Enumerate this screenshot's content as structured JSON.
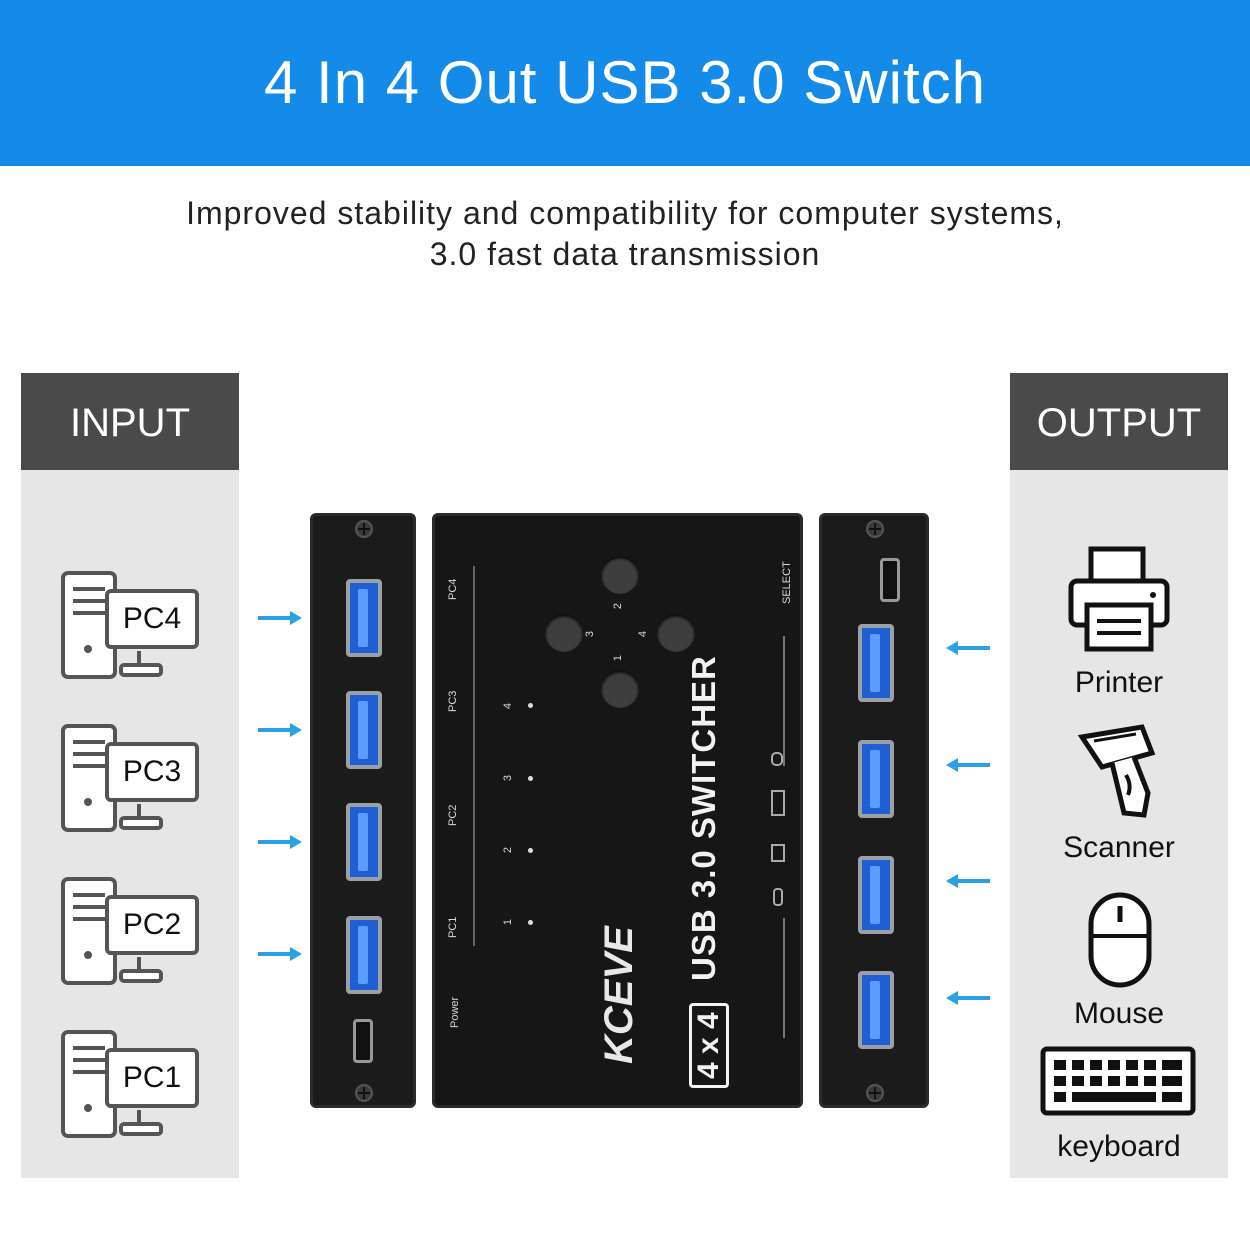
{
  "banner": {
    "title": "4 In 4 Out USB 3.0 Switch",
    "color": "#148be8"
  },
  "subtitle": {
    "line1": "Improved stability and compatibility for computer systems,",
    "line2": "3.0 fast data transmission"
  },
  "input_panel": {
    "title": "INPUT",
    "pcs": [
      "PC4",
      "PC3",
      "PC2",
      "PC1"
    ]
  },
  "output_panel": {
    "title": "OUTPUT",
    "devices": [
      {
        "label": "Printer",
        "icon": "printer-icon"
      },
      {
        "label": "Scanner",
        "icon": "scanner-icon"
      },
      {
        "label": "Mouse",
        "icon": "mouse-icon"
      },
      {
        "label": "keyboard",
        "icon": "keyboard-icon"
      }
    ]
  },
  "device": {
    "brand": "KCEVE",
    "model": "USB 3.0 SWITCHER",
    "badge": "4 x 4",
    "select_label": "SELECT",
    "power_label": "Power",
    "pc_labels": [
      "PC4",
      "PC3",
      "PC2",
      "PC1"
    ],
    "button_numbers": [
      "2",
      "3",
      "4",
      "1"
    ],
    "led_numbers": [
      "4",
      "3",
      "2",
      "1"
    ]
  },
  "colors": {
    "arrow": "#2aa0e8",
    "panel_bg": "#e6e6e6",
    "panel_head": "#4a4a4a",
    "usb_port": "#1f5fd1"
  }
}
